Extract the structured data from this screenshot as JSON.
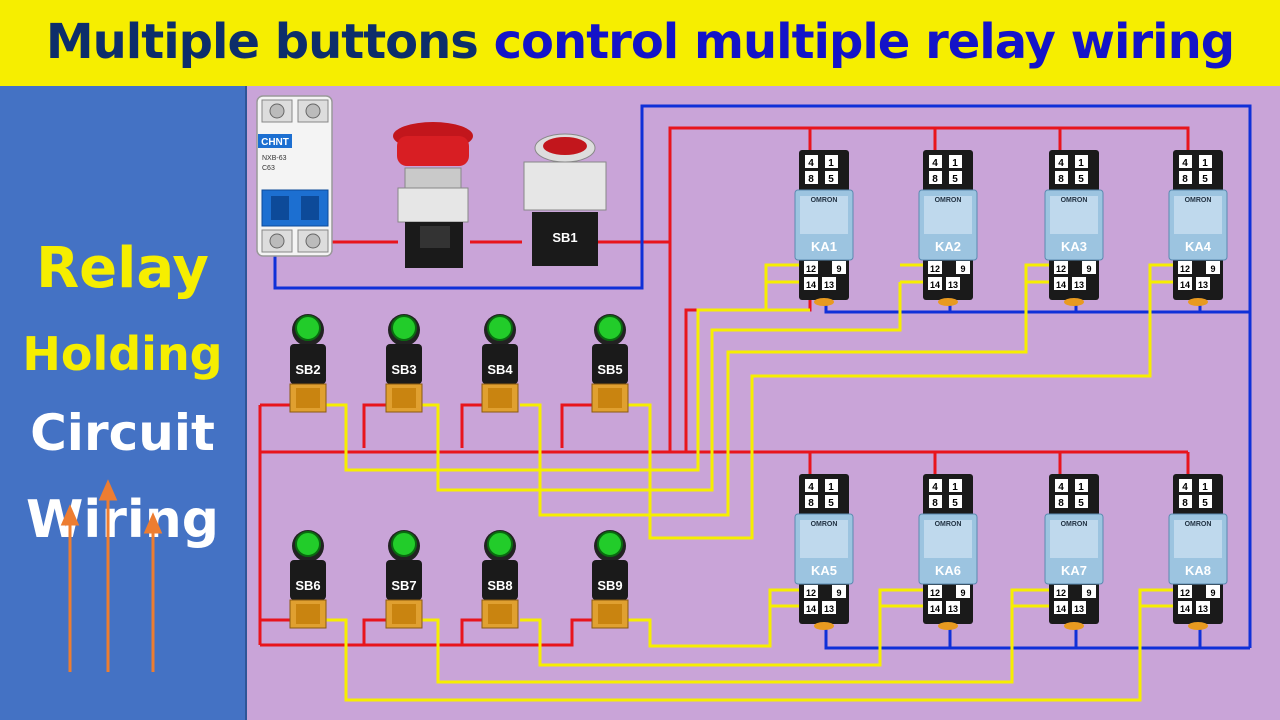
{
  "title": {
    "part1": "Multiple buttons",
    "part2": "control multiple relay wiring"
  },
  "side_panel": {
    "line1": "Relay",
    "line2": "Holding",
    "line3": "Circuit",
    "line4": "Wiring"
  },
  "breaker": {
    "brand": "CHNT",
    "model": "NXB-63",
    "rating": "C63"
  },
  "stop_button": {
    "label": ""
  },
  "sb1": {
    "label": "SB1"
  },
  "push_buttons": [
    "SB2",
    "SB3",
    "SB4",
    "SB5",
    "SB6",
    "SB7",
    "SB8",
    "SB9"
  ],
  "relays": [
    "KA1",
    "KA2",
    "KA3",
    "KA4",
    "KA5",
    "KA6",
    "KA7",
    "KA8"
  ],
  "relay_terminals": {
    "top": [
      "4",
      "1",
      "8",
      "5"
    ],
    "bottom": [
      "12",
      "9",
      "14",
      "13"
    ],
    "brand": "OMRON"
  },
  "colors": {
    "line": "#e8141c",
    "neutral": "#1030d8",
    "control": "#f6ee00",
    "background": "#c9a4d8"
  }
}
